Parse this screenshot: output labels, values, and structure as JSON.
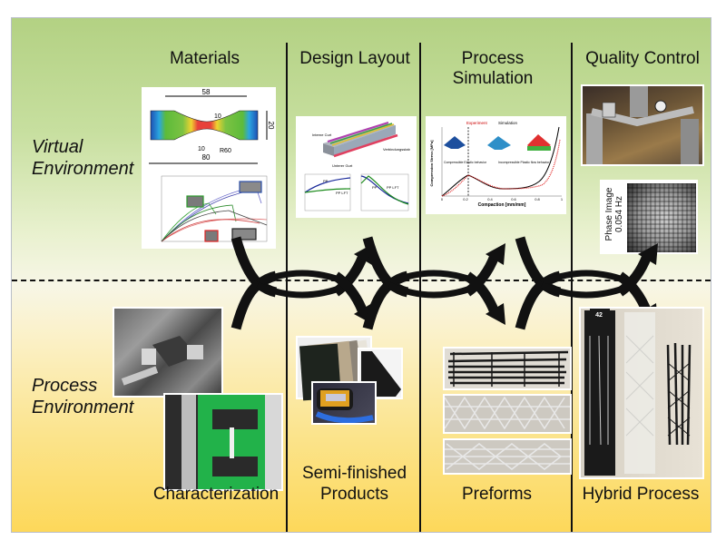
{
  "columns": [
    {
      "id": "materials",
      "title": "Materials",
      "bottom_label": "Characterization"
    },
    {
      "id": "design-layout",
      "title": "Design Layout",
      "bottom_label_lines": [
        "Semi-finished",
        "Products"
      ]
    },
    {
      "id": "process-simulation",
      "title_lines": [
        "Process",
        "Simulation"
      ],
      "bottom_label": "Preforms"
    },
    {
      "id": "quality-control",
      "title": "Quality Control",
      "bottom_label": "Hybrid Process"
    }
  ],
  "rows": {
    "virtual": {
      "label_lines": [
        "Virtual",
        "Environment"
      ]
    },
    "process": {
      "label_lines": [
        "Process",
        "Environment"
      ]
    }
  },
  "materials_specimen": {
    "dimensions": {
      "gauge_length": "58",
      "total_length": "80",
      "width": "20",
      "neck_width": "10",
      "neck_length": "10",
      "radius": "R60"
    }
  },
  "simulation_chart_legend": {
    "experiment": "Experiment",
    "simulation": "Simulation"
  },
  "simulation_chart_axes": {
    "xlabel": "Compaction [mm/mm]",
    "ylabel": "Compression Stress [MPa]"
  },
  "simulation_annotations": {
    "left": "Compressible Elastic behavior",
    "right": "Incompressible Plastic flow behavior"
  },
  "simulation_ticks": {
    "x": [
      "0",
      "0.2",
      "0.4",
      "0.6",
      "0.8",
      "1"
    ],
    "y": [
      "0",
      "5",
      "10",
      "15",
      "20",
      "25",
      "30",
      "35"
    ]
  },
  "design_layout_labels": {
    "series_a": "PP",
    "series_b": "PP LFT",
    "top_left": "Interne Curt",
    "bottom": "Unterer Gurt",
    "right": "Verbindungsstab"
  },
  "quality_control": {
    "phase_image_title": "Phase Image",
    "phase_image_freq": "0.054 Hz",
    "specimen_number": "42"
  },
  "colors": {
    "top_bg": "#b3d183",
    "bottom_bg": "#fdd85a",
    "line": "#111111"
  }
}
